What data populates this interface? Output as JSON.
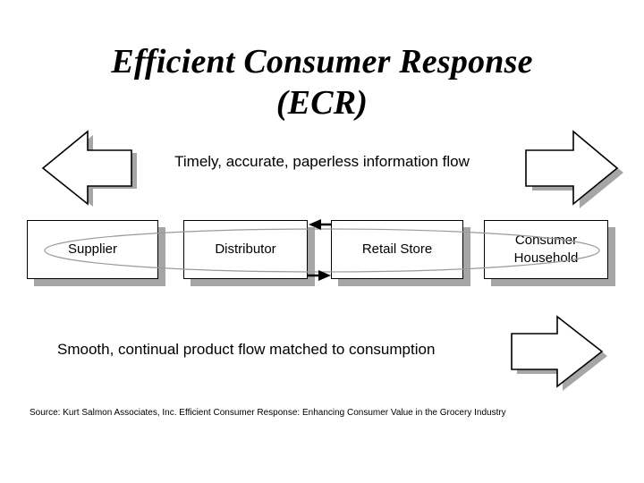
{
  "slide": {
    "title": "Efficient Consumer Response\n(ECR)",
    "background_color": "#ffffff",
    "text_color": "#000000",
    "shadow_color": "#a6a6a6"
  },
  "information_flow": {
    "label": "Timely, accurate, paperless information flow",
    "left_arrow_icon": "left-arrow-icon",
    "right_arrow_icon": "right-arrow-icon"
  },
  "product_flow": {
    "label": "Smooth, continual product flow matched to consumption",
    "right_arrow_icon": "right-arrow-icon"
  },
  "chain": {
    "nodes": [
      {
        "label": "Supplier"
      },
      {
        "label": "Distributor"
      },
      {
        "label": "Retail Store"
      },
      {
        "label": "Consumer\nHousehold"
      }
    ],
    "connector_arrows": [
      {
        "name": "upper-left-pointing-arrow",
        "direction": "left"
      },
      {
        "name": "lower-right-pointing-arrow",
        "direction": "right"
      }
    ],
    "encircling_ellipse": "consumer-chain-ellipse"
  },
  "source": {
    "text": "Source:  Kurt Salmon Associates, Inc. Efficient Consumer Response: Enhancing Consumer Value in the Grocery Industry"
  }
}
